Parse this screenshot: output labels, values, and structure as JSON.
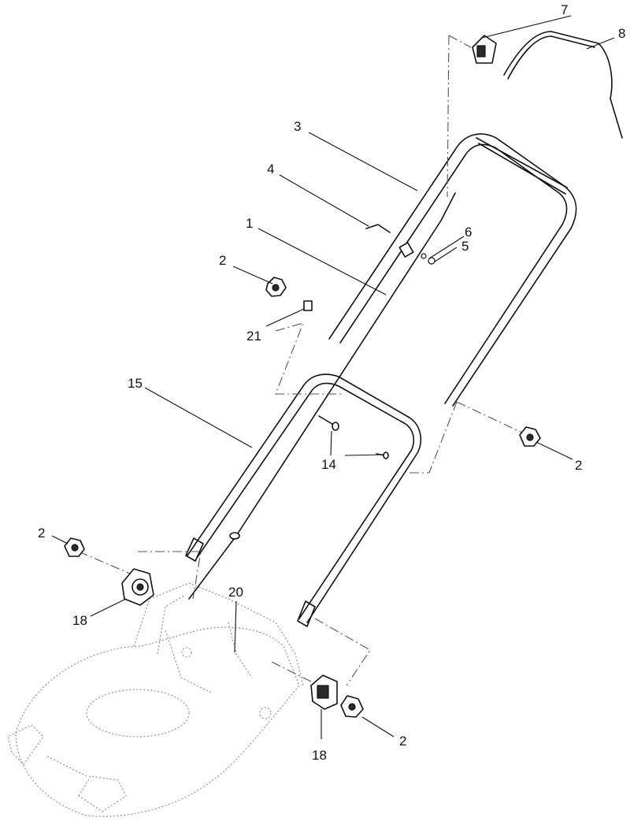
{
  "callouts": {
    "c1": "1",
    "c2a": "2",
    "c2b": "2",
    "c2c": "2",
    "c2d": "2",
    "c3": "3",
    "c4": "4",
    "c5": "5",
    "c6": "6",
    "c7": "7",
    "c8": "8",
    "c14": "14",
    "c15": "15",
    "c18a": "18",
    "c18b": "18",
    "c20": "20",
    "c21": "21"
  }
}
